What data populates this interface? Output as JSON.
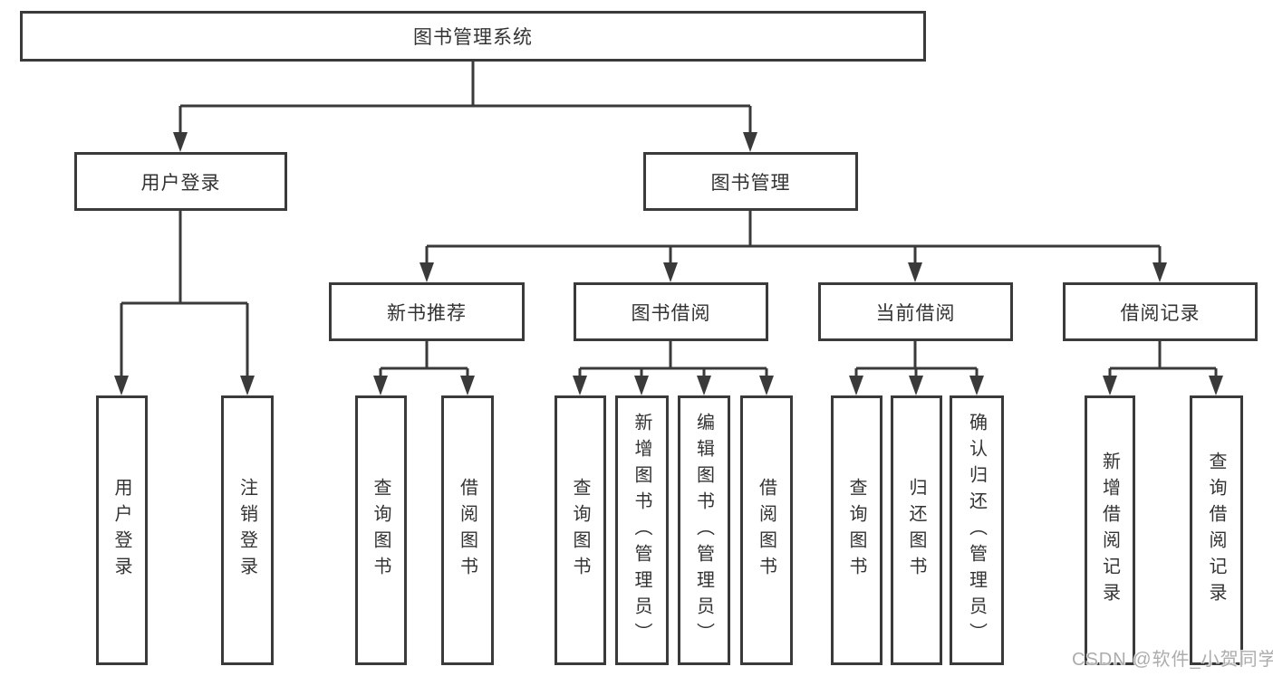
{
  "diagram_title": "图书管理系统",
  "nodes": {
    "root": "图书管理系统",
    "user_login": "用户登录",
    "book_management": "图书管理",
    "new_book_recommend": "新书推荐",
    "book_borrowing": "图书借阅",
    "current_borrowing": "当前借阅",
    "borrowing_records": "借阅记录",
    "leaf_user_login": "用户登录",
    "leaf_logout": "注销登录",
    "leaf_nb_search_book": "查询图书",
    "leaf_nb_borrow_book": "借阅图书",
    "leaf_bb_search_book": "查询图书",
    "leaf_bb_add_book": "新增图书（管理员）",
    "leaf_bb_edit_book": "编辑图书（管理员）",
    "leaf_bb_borrow_book": "借阅图书",
    "leaf_cb_search_book": "查询图书",
    "leaf_cb_return_book": "归还图书",
    "leaf_cb_confirm_return": "确认归还（管理员）",
    "leaf_br_add_record": "新增借阅记录",
    "leaf_br_search_record": "查询借阅记录"
  },
  "watermark": "CSDN @软件_小贺同学",
  "colors": {
    "line": "#3a3a3a",
    "box_border": "#3a3a3a",
    "text": "#333333",
    "watermark": "#a5a5a5",
    "background": "#ffffff"
  }
}
